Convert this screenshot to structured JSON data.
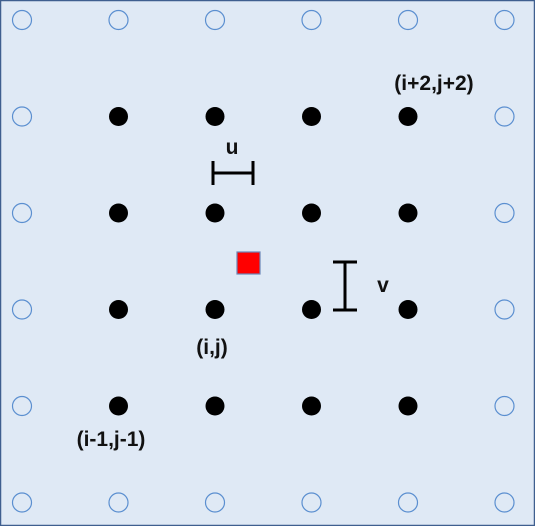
{
  "diagram": {
    "colors": {
      "background": "#dfe9f5",
      "border": "#3f5f8f",
      "open_marker_stroke": "#5b8fd0",
      "filled_marker": "#000000",
      "sample_marker_fill": "#ff0000",
      "sample_marker_stroke": "#6b86b8",
      "text": "#111111"
    },
    "grid": {
      "columns": 6,
      "rows": 6,
      "outer_ring": "open-circles",
      "inner_block": "filled-circles"
    },
    "labels": {
      "top_right_node": "(i+2,j+2)",
      "center_node": "(i,j)",
      "bottom_left_node": "(i-1,j-1)",
      "horizontal_spacing": "u",
      "vertical_spacing": "v"
    },
    "markers": {
      "sample_point": "red-square"
    }
  }
}
